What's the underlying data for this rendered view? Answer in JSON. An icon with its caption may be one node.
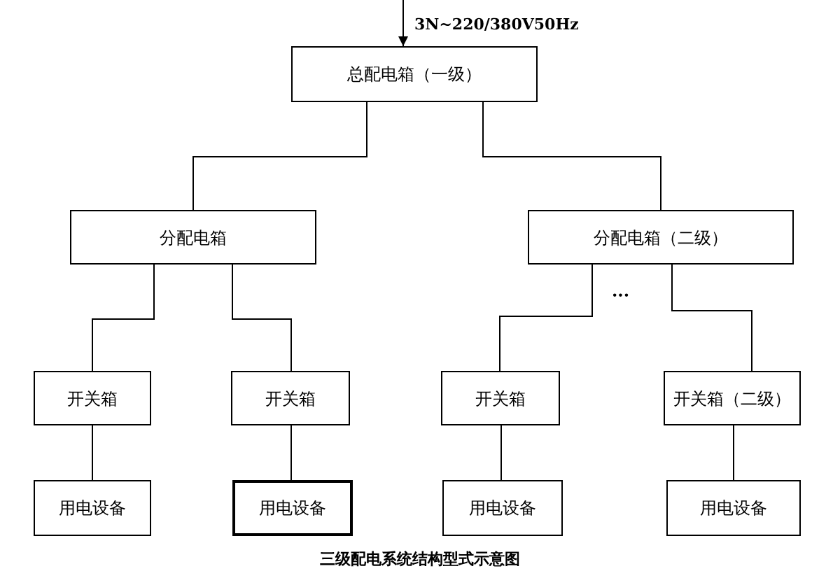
{
  "diagram": {
    "caption": "三级配电系统结构型式示意图",
    "nodes": [
      {
        "text": [
          "总配电箱（一级）"
        ]
      },
      {
        "text": [
          "分配电箱"
        ]
      },
      {
        "text": [
          "分配电箱（二级）"
        ]
      },
      {
        "text": [
          "开关箱"
        ]
      },
      {
        "text": [
          "开关箱"
        ]
      },
      {
        "text": [
          "开关箱"
        ]
      },
      {
        "text": [
          "开关箱（二级）"
        ]
      },
      {
        "text": [
          "用电设备"
        ]
      },
      {
        "text": [
          "用电设备"
        ]
      },
      {
        "text": [
          "用电设备"
        ]
      },
      {
        "text": [
          "用电设备"
        ]
      }
    ],
    "edges": [
      {
        "from": null,
        "to": 0,
        "arrow": "to",
        "label": "3N~220/380V50Hz"
      },
      {
        "from": 0,
        "to": 1,
        "arrow": "none"
      },
      {
        "from": 0,
        "to": 2,
        "arrow": "none"
      },
      {
        "from": 1,
        "to": 3,
        "arrow": "none"
      },
      {
        "from": 1,
        "to": 4,
        "arrow": "none"
      },
      {
        "from": 2,
        "to": 5,
        "arrow": "none"
      },
      {
        "from": 2,
        "to": 6,
        "arrow": "none"
      },
      {
        "from": 3,
        "to": 7,
        "arrow": "none"
      },
      {
        "from": 4,
        "to": 8,
        "arrow": "none"
      },
      {
        "from": 5,
        "to": 9,
        "arrow": "none"
      },
      {
        "from": 6,
        "to": 10,
        "arrow": "none"
      }
    ],
    "labels": [
      "···"
    ]
  }
}
